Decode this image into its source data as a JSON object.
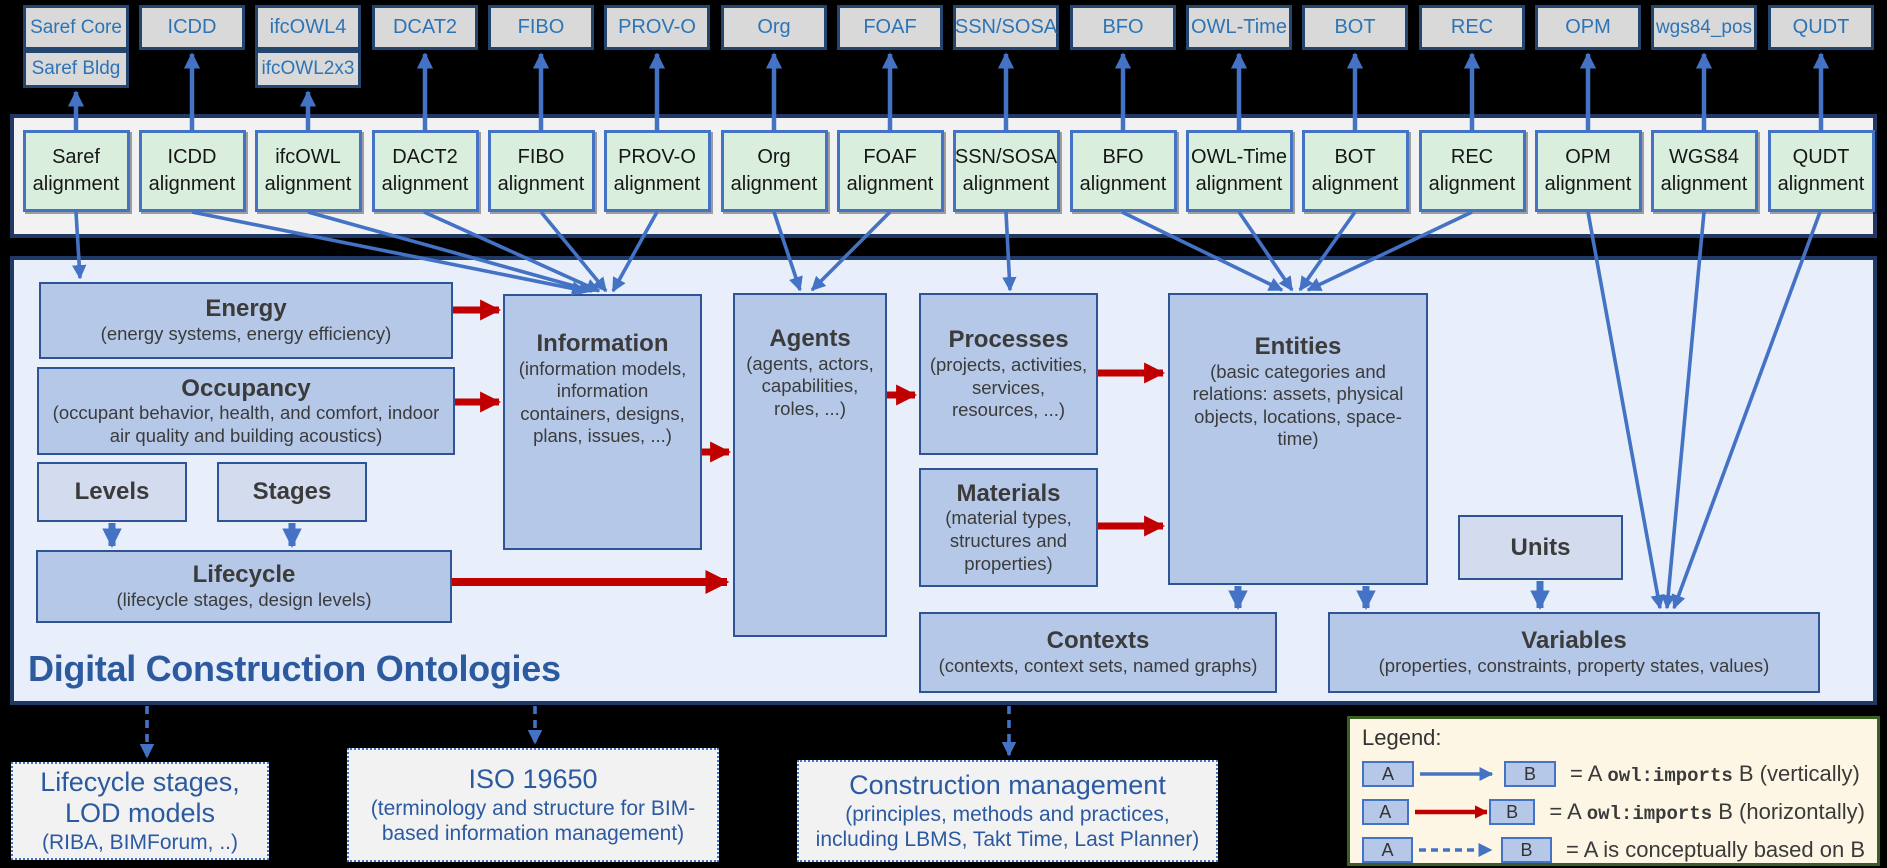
{
  "palette": {
    "blue_arrow": "#4472c4",
    "red_arrow": "#c00000",
    "container_border": "#1f3864",
    "top_box_fill": "#d9d9d9",
    "top_box_text": "#2e74b5",
    "alignment_box_fill": "#d9eedd",
    "main_box_fill": "#b5c8e8",
    "light_box_fill": "#d3dcef",
    "panel_fill": "#e8effa",
    "dco_title_text": "#2d5a9e",
    "bottom_text": "#2c5aa0",
    "legend_fill": "#fdf6e4",
    "legend_border": "#3a5f23"
  },
  "top_row": [
    {
      "labels": [
        "Saref Core",
        "Saref Bldg"
      ]
    },
    {
      "labels": [
        "ICDD"
      ]
    },
    {
      "labels": [
        "ifcOWL4",
        "ifcOWL2x3"
      ]
    },
    {
      "labels": [
        "DCAT2"
      ]
    },
    {
      "labels": [
        "FIBO"
      ]
    },
    {
      "labels": [
        "PROV-O"
      ]
    },
    {
      "labels": [
        "Org"
      ]
    },
    {
      "labels": [
        "FOAF"
      ]
    },
    {
      "labels": [
        "SSN/SOSA"
      ]
    },
    {
      "labels": [
        "BFO"
      ]
    },
    {
      "labels": [
        "OWL-Time"
      ]
    },
    {
      "labels": [
        "BOT"
      ]
    },
    {
      "labels": [
        "REC"
      ]
    },
    {
      "labels": [
        "OPM"
      ]
    },
    {
      "labels": [
        "wgs84_pos"
      ]
    },
    {
      "labels": [
        "QUDT"
      ]
    }
  ],
  "alignment_row": [
    {
      "line1": "Saref",
      "line2": "alignment"
    },
    {
      "line1": "ICDD",
      "line2": "alignment"
    },
    {
      "line1": "ifcOWL",
      "line2": "alignment"
    },
    {
      "line1": "DACT2",
      "line2": "alignment"
    },
    {
      "line1": "FIBO",
      "line2": "alignment"
    },
    {
      "line1": "PROV-O",
      "line2": "alignment"
    },
    {
      "line1": "Org",
      "line2": "alignment"
    },
    {
      "line1": "FOAF",
      "line2": "alignment"
    },
    {
      "line1": "SSN/SOSA",
      "line2": "alignment"
    },
    {
      "line1": "BFO",
      "line2": "alignment"
    },
    {
      "line1": "OWL-Time",
      "line2": "alignment"
    },
    {
      "line1": "BOT",
      "line2": "alignment"
    },
    {
      "line1": "REC",
      "line2": "alignment"
    },
    {
      "line1": "OPM",
      "line2": "alignment"
    },
    {
      "line1": "WGS84",
      "line2": "alignment"
    },
    {
      "line1": "QUDT",
      "line2": "alignment"
    }
  ],
  "main": {
    "title": "Digital Construction Ontologies",
    "boxes": [
      {
        "id": "energy",
        "title": "Energy",
        "subtitle": "(energy systems, energy efficiency)"
      },
      {
        "id": "occupancy",
        "title": "Occupancy",
        "subtitle": "(occupant behavior, health, and comfort, indoor air quality and building acoustics)"
      },
      {
        "id": "levels",
        "title": "Levels",
        "subtitle": ""
      },
      {
        "id": "stages",
        "title": "Stages",
        "subtitle": ""
      },
      {
        "id": "lifecycle",
        "title": "Lifecycle",
        "subtitle": "(lifecycle stages, design levels)"
      },
      {
        "id": "information",
        "title": "Information",
        "subtitle": "(information models, information containers, designs, plans, issues, ...)"
      },
      {
        "id": "agents",
        "title": "Agents",
        "subtitle": "(agents, actors, capabilities, roles, ...)"
      },
      {
        "id": "processes",
        "title": "Processes",
        "subtitle": "(projects, activities, services, resources, ...)"
      },
      {
        "id": "materials",
        "title": "Materials",
        "subtitle": "(material types, structures and properties)"
      },
      {
        "id": "entities",
        "title": "Entities",
        "subtitle": "(basic categories and relations: assets, physical objects, locations, space-time)"
      },
      {
        "id": "units",
        "title": "Units",
        "subtitle": ""
      },
      {
        "id": "contexts",
        "title": "Contexts",
        "subtitle": "(contexts, context sets, named graphs)"
      },
      {
        "id": "variables",
        "title": "Variables",
        "subtitle": "(properties, constraints, property states, values)"
      }
    ]
  },
  "bottom_boxes": [
    {
      "id": "lod",
      "title_lines": [
        "Lifecycle stages,",
        "LOD models"
      ],
      "subtitle": "(RIBA, BIMForum, ..)"
    },
    {
      "id": "iso",
      "title_lines": [
        "ISO 19650"
      ],
      "subtitle": "(terminology and structure for BIM-based information management)"
    },
    {
      "id": "cm",
      "title_lines": [
        "Construction management"
      ],
      "subtitle": "(principles, methods and practices, including LBMS, Takt Time,  Last Planner)"
    }
  ],
  "legend": {
    "title": "Legend:",
    "rows": [
      {
        "a": "A",
        "b": "B",
        "style": "blue-solid",
        "prefix": "= A ",
        "code": "owl:imports",
        "suffix": " B (vertically)"
      },
      {
        "a": "A",
        "b": "B",
        "style": "red-solid",
        "prefix": "= A ",
        "code": "owl:imports",
        "suffix": " B (horizontally)"
      },
      {
        "a": "A",
        "b": "B",
        "style": "blue-dashed",
        "prefix": "= A is conceptually based on B",
        "code": "",
        "suffix": ""
      }
    ]
  }
}
